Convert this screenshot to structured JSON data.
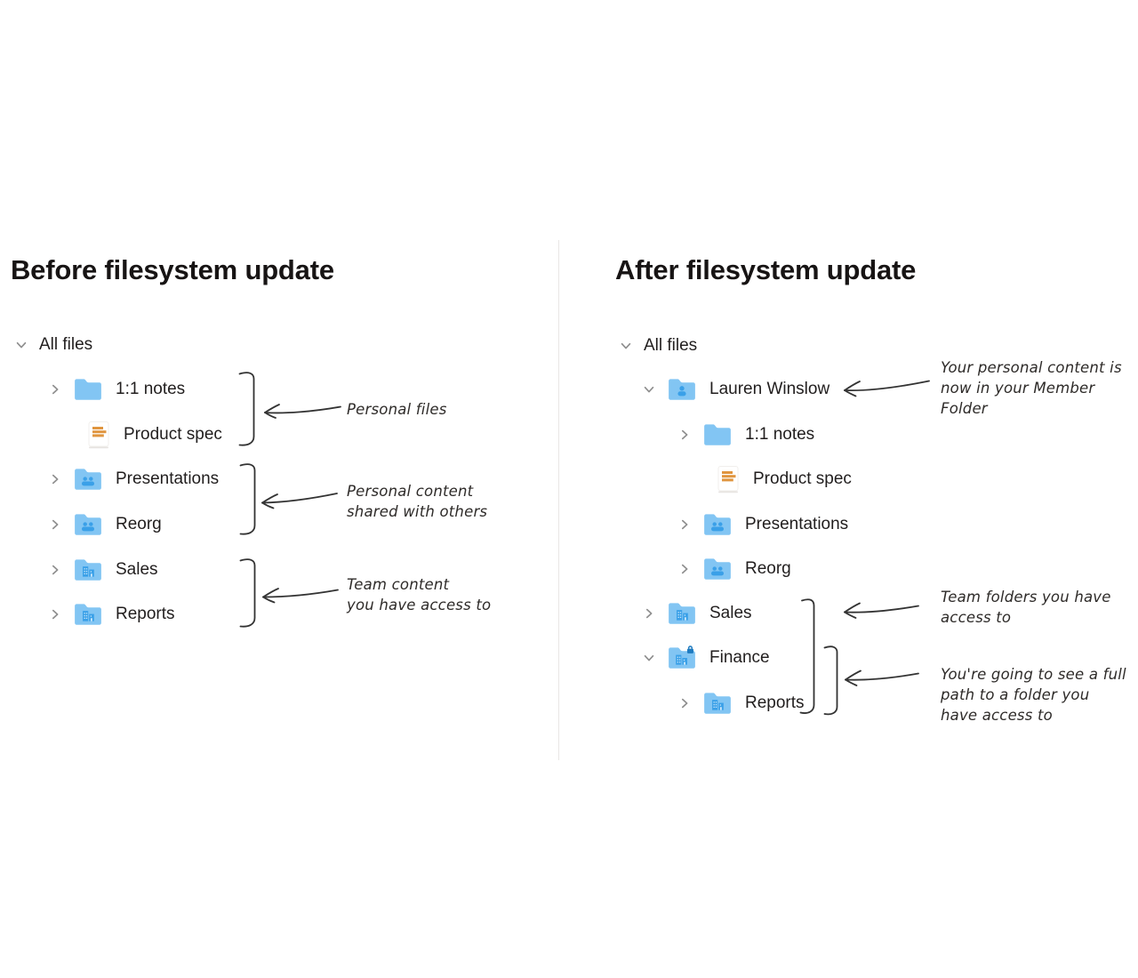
{
  "left": {
    "title": "Before filesystem update",
    "root": {
      "label": "All files",
      "icon": "chevron-down-icon"
    },
    "tree": [
      {
        "label": "1:1 notes",
        "icon": "folder-icon",
        "chevron": "chevron-right-icon"
      },
      {
        "label": "Product spec",
        "icon": "paper-doc-icon"
      },
      {
        "label": "Presentations",
        "icon": "shared-folder-icon",
        "chevron": "chevron-right-icon"
      },
      {
        "label": "Reorg",
        "icon": "shared-folder-icon",
        "chevron": "chevron-right-icon"
      },
      {
        "label": "Sales",
        "icon": "team-folder-icon",
        "chevron": "chevron-right-icon"
      },
      {
        "label": "Reports",
        "icon": "team-folder-icon",
        "chevron": "chevron-right-icon"
      }
    ],
    "annotations": [
      {
        "text": "Personal files"
      },
      {
        "text": "Personal content\nshared with others"
      },
      {
        "text": "Team content\nyou have access to"
      }
    ]
  },
  "right": {
    "title": "After filesystem update",
    "root": {
      "label": "All files",
      "icon": "chevron-down-icon"
    },
    "tree": [
      {
        "label": "Lauren Winslow",
        "icon": "member-folder-icon",
        "chevron": "chevron-down-icon",
        "level": 1
      },
      {
        "label": "1:1 notes",
        "icon": "folder-icon",
        "chevron": "chevron-right-icon",
        "level": 2
      },
      {
        "label": "Product spec",
        "icon": "paper-doc-icon",
        "level": 2
      },
      {
        "label": "Presentations",
        "icon": "shared-folder-icon",
        "chevron": "chevron-right-icon",
        "level": 2
      },
      {
        "label": "Reorg",
        "icon": "shared-folder-icon",
        "chevron": "chevron-right-icon",
        "level": 2
      },
      {
        "label": "Sales",
        "icon": "team-folder-icon",
        "chevron": "chevron-right-icon",
        "level": 1
      },
      {
        "label": "Finance",
        "icon": "locked-team-folder-icon",
        "chevron": "chevron-down-icon",
        "level": 1
      },
      {
        "label": "Reports",
        "icon": "team-folder-icon",
        "chevron": "chevron-right-icon",
        "level": 2
      }
    ],
    "annotations": [
      {
        "text": "Your personal content is\nnow in your Member\nFolder"
      },
      {
        "text": "Team folders you have\naccess to"
      },
      {
        "text": "You're going to see a full\npath to a folder you\nhave access to"
      }
    ]
  },
  "colors": {
    "folder_blue": "#82C5F3",
    "glyph_blue": "#3AA0E8",
    "lock_blue": "#1E7BC0",
    "doc_orange": "#E0953F",
    "annotation_ink": "#333333",
    "chevron_gray": "#8F8F8F",
    "divider_gray": "#E9E7E5"
  }
}
